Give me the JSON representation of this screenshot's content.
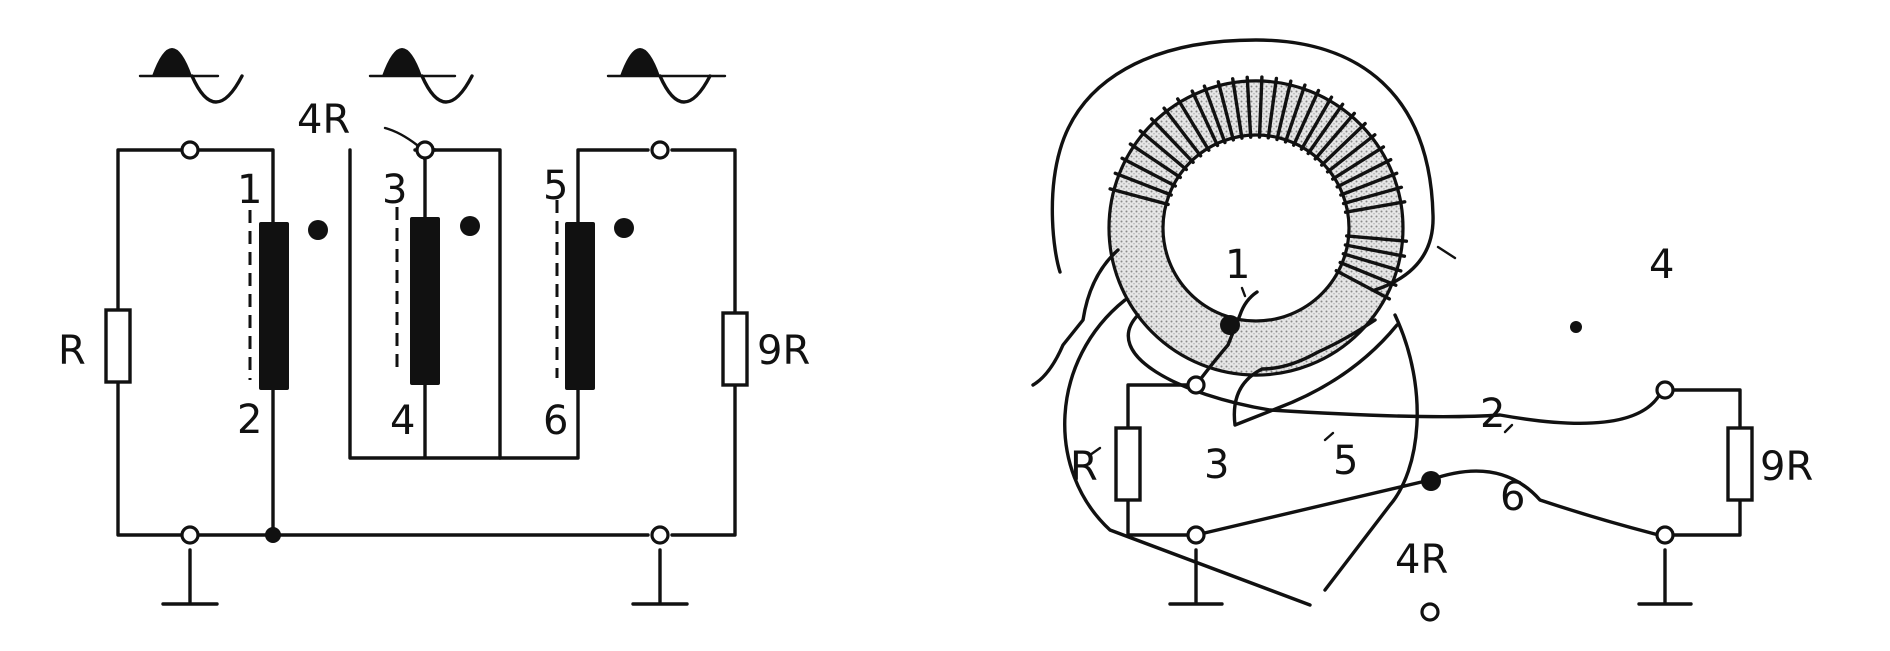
{
  "left_schematic": {
    "resistor_left_label": "R",
    "resistor_right_label": "9R",
    "top_resistor_label": "4R",
    "pins": [
      "1",
      "2",
      "3",
      "4",
      "5",
      "6"
    ]
  },
  "right_schematic": {
    "resistor_left_label": "R",
    "resistor_right_label": "9R",
    "bottom_resistor_label": "4R",
    "pins": [
      "1",
      "2",
      "3",
      "4",
      "5",
      "6"
    ]
  },
  "colors": {
    "ink": "#111111",
    "core_fill": "#cfcfcf"
  }
}
